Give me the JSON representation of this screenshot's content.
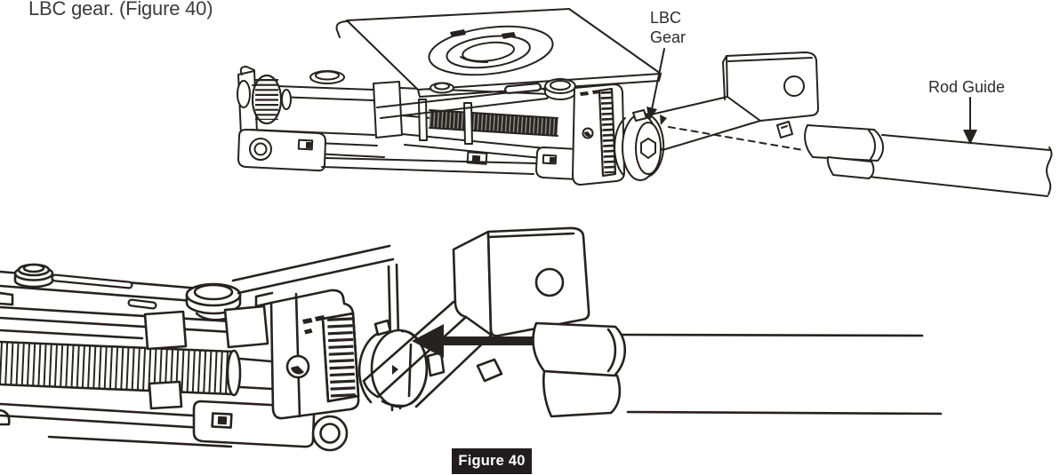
{
  "page": {
    "intro_text": "LBC gear. (Figure 40)"
  },
  "figure": {
    "caption": "Figure 40",
    "callouts": {
      "lbc_gear": "LBC\nGear",
      "rod_guide": "Rod Guide"
    }
  },
  "colors": {
    "ink": "#262220",
    "heading_text": "#3b3b3b",
    "label_text": "#2c2c2c",
    "caption_bg": "#211d1e",
    "caption_text": "#ffffff",
    "background": "#ffffff"
  }
}
